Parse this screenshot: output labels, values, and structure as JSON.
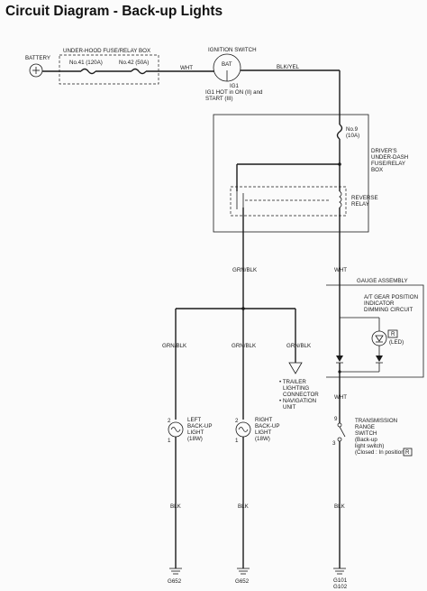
{
  "title": "Circuit Diagram - Back-up Lights",
  "labels": {
    "battery": "BATTERY",
    "fusebox_title": "UNDER-HOOD FUSE/RELAY BOX",
    "fuse41": "No.41 (120A)",
    "fuse42": "No.42 (50A)",
    "wht1": "WHT",
    "ign_title": "IGNITION SWITCH",
    "bat": "BAT",
    "ig1": "IG1",
    "ig1_note1": "IG1 HOT in ON (II) and",
    "ig1_note2": "START (III)",
    "blkyel": "BLK/YEL",
    "fuse9a": "No.9",
    "fuse9b": "(10A)",
    "dash_box1": "DRIVER'S",
    "dash_box2": "UNDER-DASH",
    "dash_box3": "FUSE/RELAY",
    "dash_box4": "BOX",
    "relay1": "REVERSE",
    "relay2": "RELAY",
    "grnblk_main": "GRN/BLK",
    "wht2": "WHT",
    "gauge": "GAUGE ASSEMBLY",
    "at1": "A/T GEAR POSITION",
    "at2": "INDICATOR",
    "at3": "DIMMING CIRCUIT",
    "r": "R",
    "led": "(LED)",
    "grnblk_l": "GRN/BLK",
    "grnblk_m": "GRN/BLK",
    "grnblk_r": "GRN/BLK",
    "trailer1": "• TRAILER",
    "trailer2": "LIGHTING",
    "trailer3": "CONNECTOR",
    "trailer4": "• NAVIGATION",
    "trailer5": "UNIT",
    "wht3": "WHT",
    "left1": "LEFT",
    "left2": "BACK-UP",
    "left3": "LIGHT",
    "left4": "(18W)",
    "right1": "RIGHT",
    "right2": "BACK-UP",
    "right3": "LIGHT",
    "right4": "(18W)",
    "trans1": "TRANSMISSION",
    "trans2": "RANGE",
    "trans3": "SWITCH",
    "trans4": "(Back-up",
    "trans5": "light switch)",
    "trans6": "(Closed : In position",
    "r2": "R",
    "pin9": "9",
    "pin3": "3",
    "pin2l": "2",
    "pin1l": "1",
    "pin2r": "2",
    "pin1r": "1",
    "blk_l": "BLK",
    "blk_m": "BLK",
    "blk_r": "BLK",
    "g652a": "G652",
    "g652b": "G652",
    "g101": "G101",
    "g102": "G102"
  }
}
